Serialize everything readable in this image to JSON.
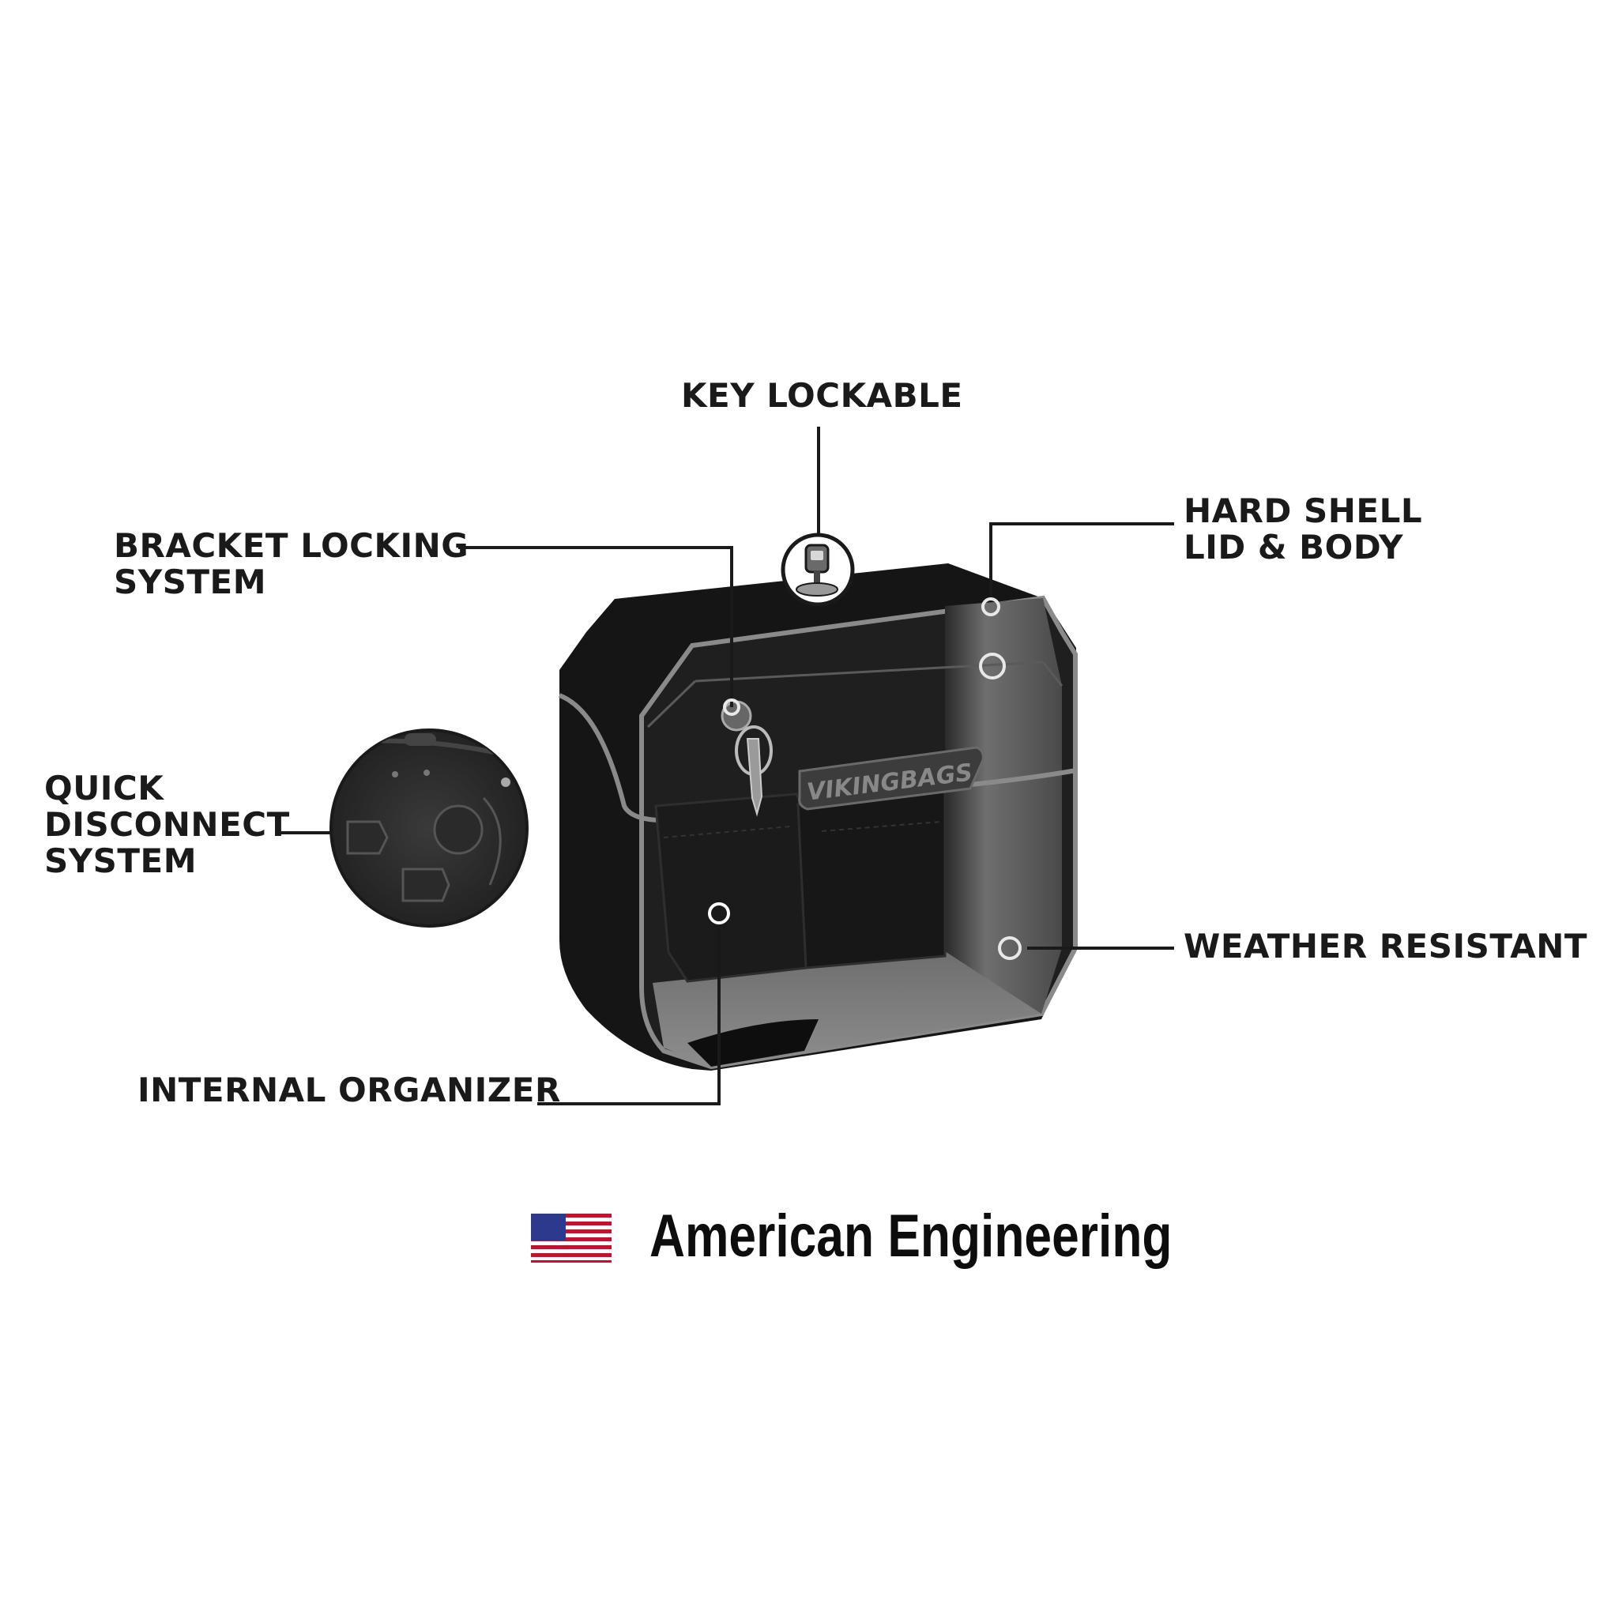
{
  "callouts": {
    "key_lockable": [
      "KEY LOCKABLE"
    ],
    "bracket_locking": [
      "BRACKET LOCKING",
      "SYSTEM"
    ],
    "hard_shell": [
      "HARD SHELL",
      "LID & BODY"
    ],
    "quick_disconnect": [
      "QUICK",
      "DISCONNECT",
      "SYSTEM"
    ],
    "weather_resistant": [
      "WEATHER RESISTANT"
    ],
    "internal_organizer": [
      "INTERNAL ORGANIZER"
    ]
  },
  "brand_plate": "VIKINGBAGS",
  "footer": {
    "text": "American Engineering",
    "flag_icon": "us-flag-icon"
  },
  "colors": {
    "shell": "#161616",
    "lid_edge": "#8a8a8a",
    "callout_line": "#1a1a1a",
    "flag_red": "#c8102e",
    "flag_blue": "#2b3a8c"
  }
}
